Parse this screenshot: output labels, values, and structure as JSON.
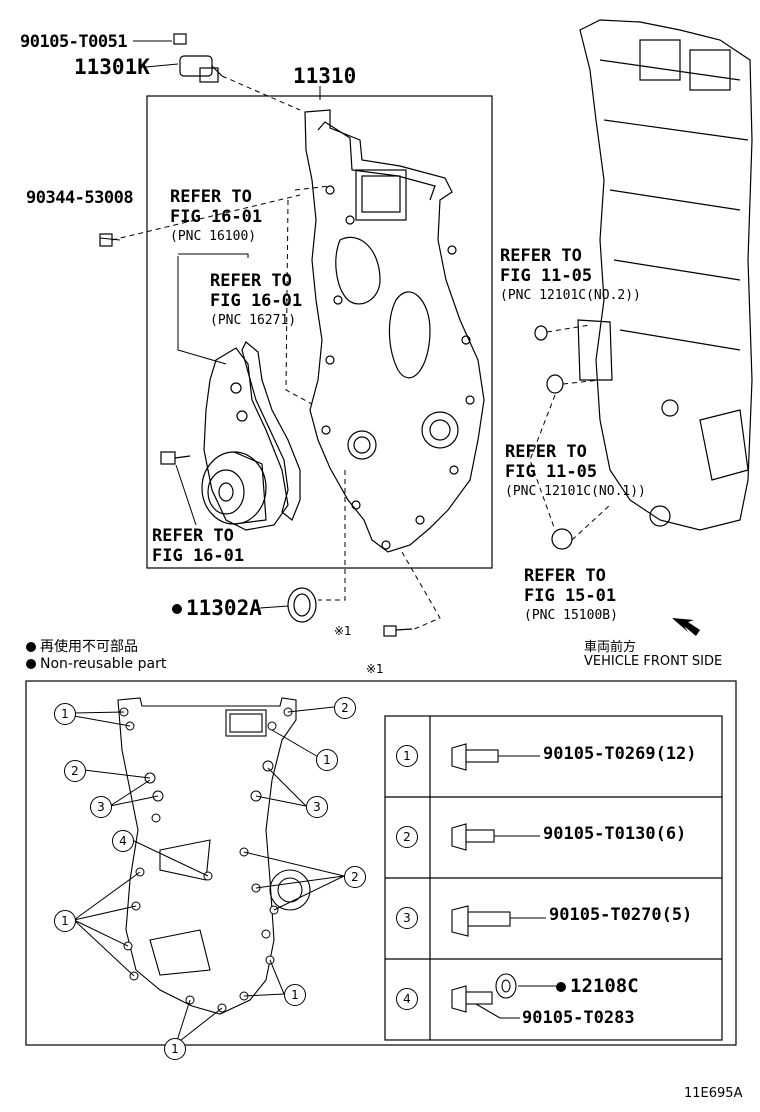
{
  "parts": {
    "p1": "90105-T0051",
    "p2": "11301K",
    "p3": "11310",
    "p4": "90344-53008",
    "p5": "11302A",
    "ref_1": {
      "title": "REFER TO",
      "fig": "FIG 16-01",
      "pnc": "(PNC 16100)"
    },
    "ref_2": {
      "title": "REFER TO",
      "fig": "FIG 16-01",
      "pnc": "(PNC 16271)"
    },
    "ref_3": {
      "title": "REFER TO",
      "fig": "FIG 16-01"
    },
    "ref_4": {
      "title": "REFER TO",
      "fig": "FIG 11-05",
      "pnc": "(PNC 12101C(NO.2))"
    },
    "ref_5": {
      "title": "REFER TO",
      "fig": "FIG 11-05",
      "pnc": "(PNC 12101C(NO.1))"
    },
    "ref_6": {
      "title": "REFER TO",
      "fig": "FIG 15-01",
      "pnc": "(PNC 15100B)"
    }
  },
  "legend": {
    "japanese": "再使用不可部品",
    "english": "Non-reusable part",
    "direction_jp": "車両前方",
    "direction_en": "VEHICLE FRONT SIDE",
    "ref_mark": "※1"
  },
  "bolt_table": [
    {
      "num": "1",
      "pn": "90105-T0269(12)"
    },
    {
      "num": "2",
      "pn": "90105-T0130(6)"
    },
    {
      "num": "3",
      "pn": "90105-T0270(5)"
    },
    {
      "num": "4",
      "pn": "90105-T0283",
      "extra": "12108C"
    }
  ],
  "inset_callouts": [
    "1",
    "2",
    "1",
    "2",
    "3",
    "3",
    "4",
    "2",
    "1",
    "1",
    "1"
  ],
  "footer_code": "11E695A"
}
